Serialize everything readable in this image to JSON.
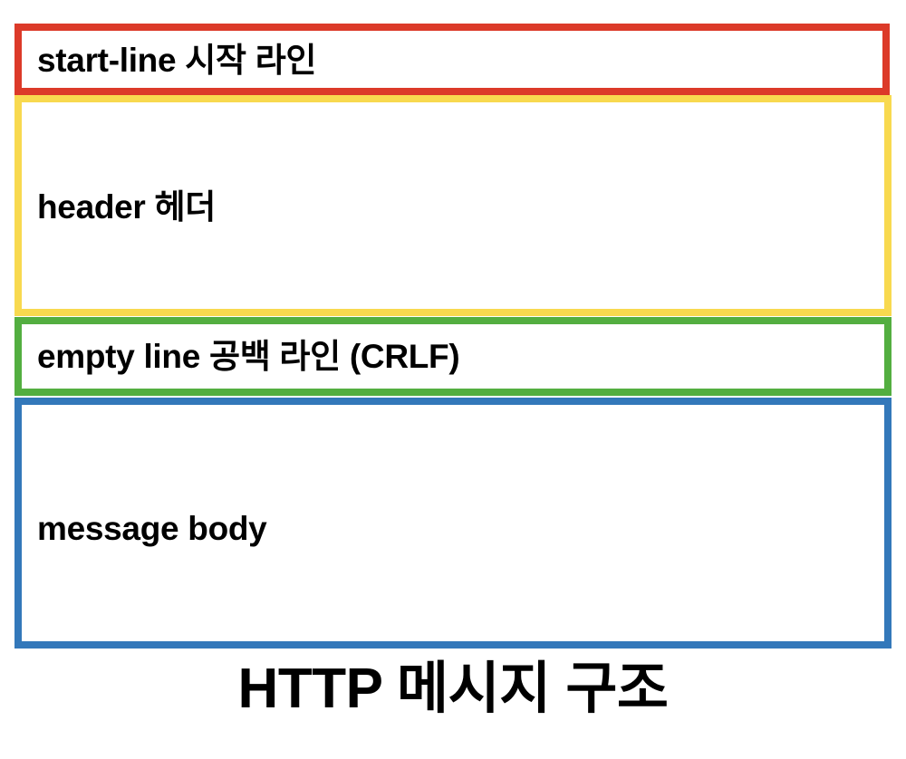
{
  "diagram": {
    "type": "stacked-block-diagram",
    "caption": "HTTP 메시지 구조",
    "background_color": "#ffffff",
    "text_color": "#000000",
    "sections": [
      {
        "key": "start_line",
        "label": "start-line 시작 라인",
        "border_color": "#dc3a29",
        "color_name": "red",
        "fill_color": "#ffffff"
      },
      {
        "key": "header",
        "label": "header 헤더",
        "border_color": "#f8d94f",
        "color_name": "yellow",
        "fill_color": "#ffffff"
      },
      {
        "key": "empty_line",
        "label": "empty line 공백 라인 (CRLF)",
        "border_color": "#53ae40",
        "color_name": "green",
        "fill_color": "#ffffff"
      },
      {
        "key": "message_body",
        "label": "message body",
        "border_color": "#3378ba",
        "color_name": "blue",
        "fill_color": "#ffffff"
      }
    ]
  }
}
